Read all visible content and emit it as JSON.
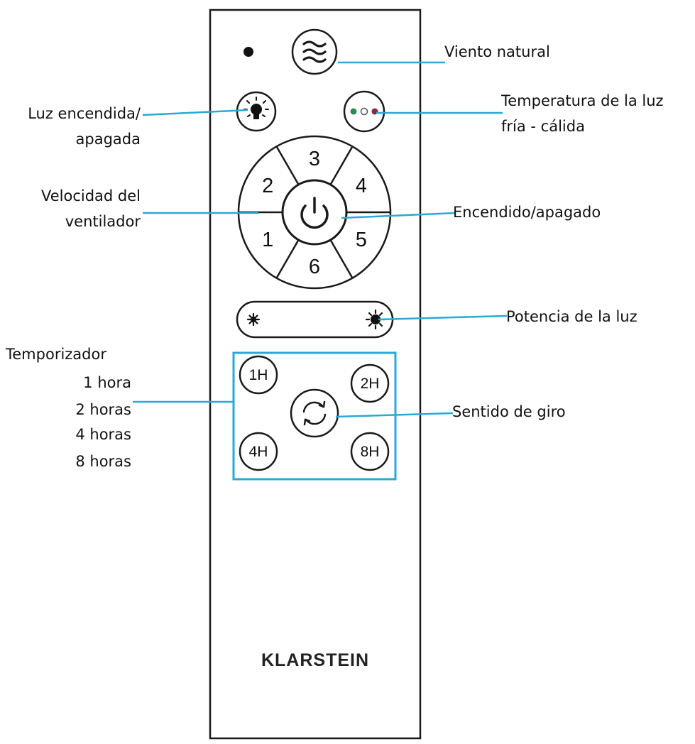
{
  "labels": {
    "viento_natural": "Viento natural",
    "luz_line1": "Luz encendida/",
    "luz_line2": "apagada",
    "temp_line1": "Temperatura de la luz",
    "temp_line2": "fría - cálida",
    "velocidad_line1": "Velocidad del",
    "velocidad_line2": "ventilador",
    "encendido": "Encendido/apagado",
    "potencia": "Potencia de la luz",
    "temporizador_title": "Temporizador",
    "temporizador_items": [
      "1 hora",
      "2 horas",
      "4 horas",
      "8 horas"
    ],
    "sentido": "Sentido de giro"
  },
  "remote": {
    "speed_buttons": [
      "1",
      "2",
      "3",
      "4",
      "5",
      "6"
    ],
    "timer_buttons": [
      "1H",
      "2H",
      "4H",
      "8H"
    ],
    "brand": "KLARSTEIN"
  },
  "colors": {
    "callout_line": "#29a9d6",
    "timer_frame": "#2aa8d8",
    "outline": "#1a1a1a",
    "dot_green": "#2e8b57",
    "dot_red": "#8b2a3a"
  },
  "icons": [
    "wind-icon",
    "bulb-icon",
    "color-temperature-icon",
    "power-icon",
    "dim-sun-icon",
    "bright-sun-icon",
    "rotation-icon"
  ]
}
